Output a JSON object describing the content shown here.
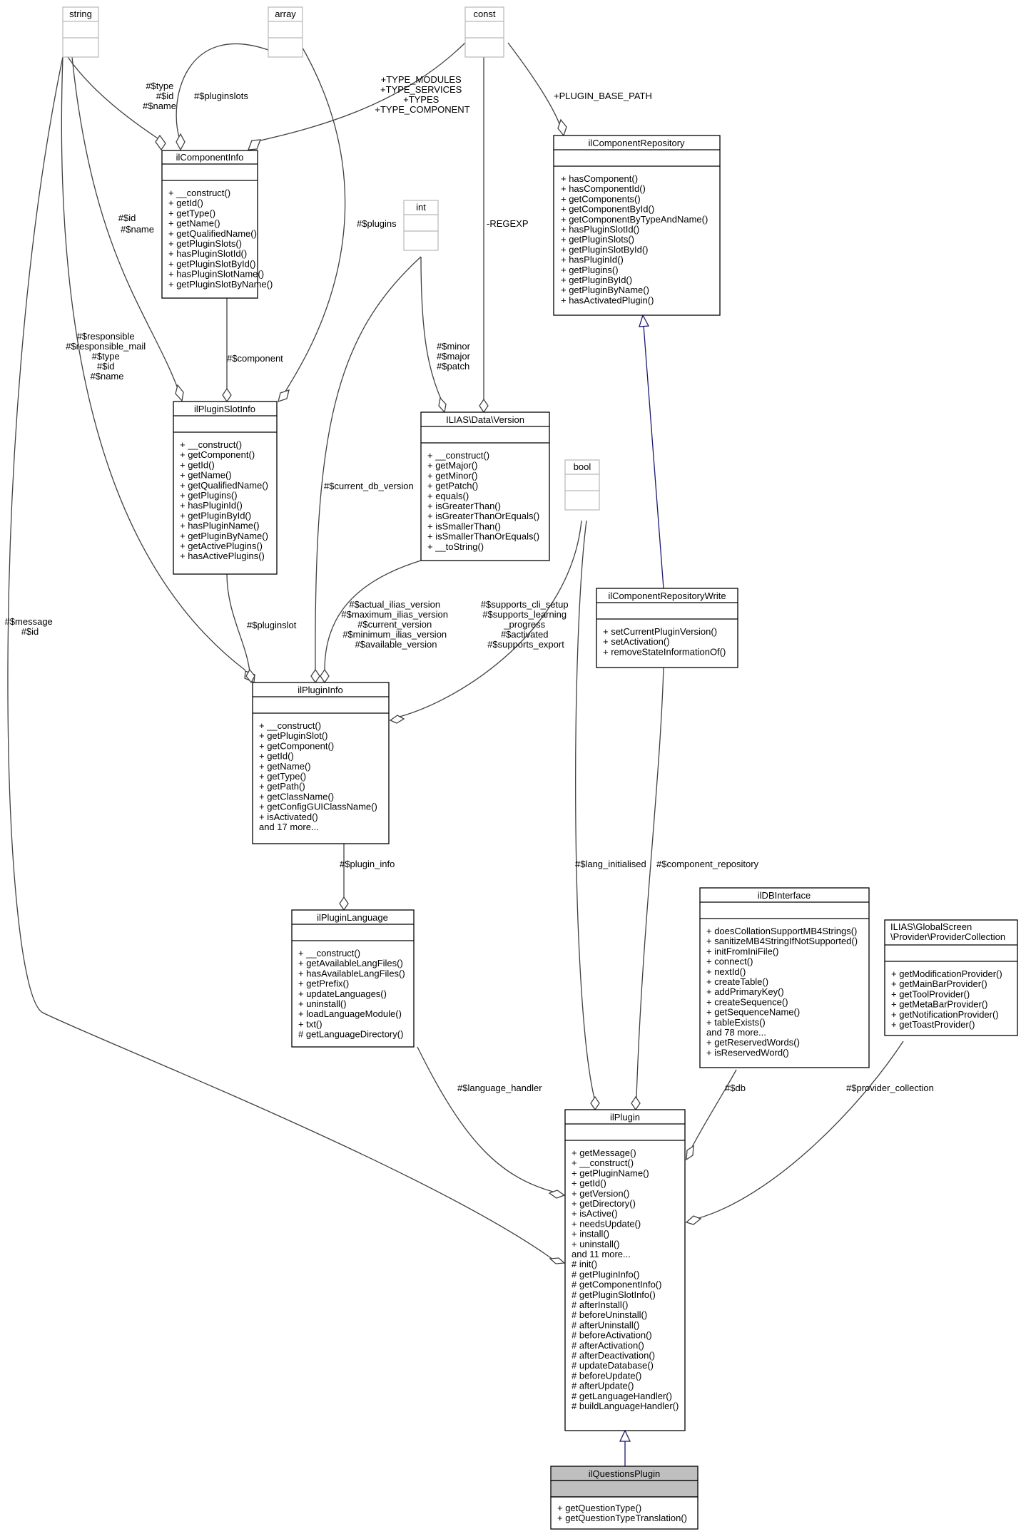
{
  "classes": {
    "string": {
      "name": "string",
      "members": []
    },
    "array": {
      "name": "array",
      "members": []
    },
    "const": {
      "name": "const",
      "members": []
    },
    "int": {
      "name": "int",
      "members": []
    },
    "bool": {
      "name": "bool",
      "members": []
    },
    "ilComponentInfo": {
      "name": "ilComponentInfo",
      "members": [
        "+ __construct()",
        "+ getId()",
        "+ getType()",
        "+ getName()",
        "+ getQualifiedName()",
        "+ getPluginSlots()",
        "+ hasPluginSlotId()",
        "+ getPluginSlotById()",
        "+ hasPluginSlotName()",
        "+ getPluginSlotByName()"
      ]
    },
    "ilComponentRepository": {
      "name": "ilComponentRepository",
      "members": [
        "+ hasComponent()",
        "+ hasComponentId()",
        "+ getComponents()",
        "+ getComponentById()",
        "+ getComponentByTypeAndName()",
        "+ hasPluginSlotId()",
        "+ getPluginSlots()",
        "+ getPluginSlotById()",
        "+ hasPluginId()",
        "+ getPlugins()",
        "+ getPluginById()",
        "+ getPluginByName()",
        "+ hasActivatedPlugin()"
      ]
    },
    "ilPluginSlotInfo": {
      "name": "ilPluginSlotInfo",
      "members": [
        "+ __construct()",
        "+ getComponent()",
        "+ getId()",
        "+ getName()",
        "+ getQualifiedName()",
        "+ getPlugins()",
        "+ hasPluginId()",
        "+ getPluginById()",
        "+ hasPluginName()",
        "+ getPluginByName()",
        "+ getActivePlugins()",
        "+ hasActivePlugins()"
      ]
    },
    "Version": {
      "name": "ILIAS\\Data\\Version",
      "members": [
        "+ __construct()",
        "+ getMajor()",
        "+ getMinor()",
        "+ getPatch()",
        "+ equals()",
        "+ isGreaterThan()",
        "+ isGreaterThanOrEquals()",
        "+ isSmallerThan()",
        "+ isSmallerThanOrEquals()",
        "+ __toString()"
      ]
    },
    "ilComponentRepositoryWrite": {
      "name": "ilComponentRepositoryWrite",
      "members": [
        "+ setCurrentPluginVersion()",
        "+ setActivation()",
        "+ removeStateInformationOf()"
      ]
    },
    "ilPluginInfo": {
      "name": "ilPluginInfo",
      "members": [
        "+ __construct()",
        "+ getPluginSlot()",
        "+ getComponent()",
        "+ getId()",
        "+ getName()",
        "+ getType()",
        "+ getPath()",
        "+ getClassName()",
        "+ getConfigGUIClassName()",
        "+ isActivated()",
        "and 17 more..."
      ]
    },
    "ilPluginLanguage": {
      "name": "ilPluginLanguage",
      "members": [
        "+ __construct()",
        "+ getAvailableLangFiles()",
        "+ hasAvailableLangFiles()",
        "+ getPrefix()",
        "+ updateLanguages()",
        "+ uninstall()",
        "+ loadLanguageModule()",
        "+ txt()",
        "# getLanguageDirectory()"
      ]
    },
    "ilDBInterface": {
      "name": "ilDBInterface",
      "members": [
        "+ doesCollationSupportMB4Strings()",
        "+ sanitizeMB4StringIfNotSupported()",
        "+ initFromIniFile()",
        "+ connect()",
        "+ nextId()",
        "+ createTable()",
        "+ addPrimaryKey()",
        "+ createSequence()",
        "+ getSequenceName()",
        "+ tableExists()",
        "and 78 more...",
        "+ getReservedWords()",
        "+ isReservedWord()"
      ]
    },
    "ProviderCollection": {
      "name": "ILIAS\\GlobalScreen",
      "name2": "\\Provider\\ProviderCollection",
      "members": [
        "+ getModificationProvider()",
        "+ getMainBarProvider()",
        "+ getToolProvider()",
        "+ getMetaBarProvider()",
        "+ getNotificationProvider()",
        "+ getToastProvider()"
      ]
    },
    "ilPlugin": {
      "name": "ilPlugin",
      "members": [
        "+ getMessage()",
        "+ __construct()",
        "+ getPluginName()",
        "+ getId()",
        "+ getVersion()",
        "+ getDirectory()",
        "+ isActive()",
        "+ needsUpdate()",
        "+ install()",
        "+ uninstall()",
        "and 11 more...",
        "# init()",
        "# getPluginInfo()",
        "# getComponentInfo()",
        "# getPluginSlotInfo()",
        "# afterInstall()",
        "# beforeUninstall()",
        "# afterUninstall()",
        "# beforeActivation()",
        "# afterActivation()",
        "# afterDeactivation()",
        "# updateDatabase()",
        "# beforeUpdate()",
        "# afterUpdate()",
        "# getLanguageHandler()",
        "# buildLanguageHandler()"
      ]
    },
    "ilQuestionsPlugin": {
      "name": "ilQuestionsPlugin",
      "members": [
        "+ getQuestionType()",
        "+ getQuestionTypeTranslation()"
      ]
    }
  },
  "edge_labels": {
    "string_componentinfo": [
      "#$type",
      "#$id",
      "#$name"
    ],
    "array_componentinfo": [
      "#$pluginslots"
    ],
    "const_componentinfo": [
      "+TYPE_MODULES",
      "+TYPE_SERVICES",
      "+TYPES",
      "+TYPE_COMPONENT"
    ],
    "const_repository": [
      "+PLUGIN_BASE_PATH"
    ],
    "string_slotinfo": [
      "#$id",
      "#$name"
    ],
    "array_slotinfo": [
      "#$plugins"
    ],
    "const_version": [
      "-REGEXP"
    ],
    "int_version": [
      "#$minor",
      "#$major",
      "#$patch"
    ],
    "componentinfo_slotinfo": [
      "#$component"
    ],
    "string_plugininfo": [
      "#$responsible",
      "#$responsible_mail",
      "#$type",
      "#$id",
      "#$name"
    ],
    "int_plugininfo": [
      "#$current_db_version"
    ],
    "version_plugininfo": [
      "#$actual_ilias_version",
      "#$maximum_ilias_version",
      "#$current_version",
      "#$minimum_ilias_version",
      "#$available_version"
    ],
    "bool_plugininfo": [
      "#$supports_cli_setup",
      "#$supports_learning",
      "_progress",
      "#$activated",
      "#$supports_export"
    ],
    "slotinfo_plugininfo": [
      "#$pluginslot"
    ],
    "string_plugin": [
      "#$message",
      "#$id"
    ],
    "plugininfo_language": [
      "#$plugin_info"
    ],
    "bool_plugin": [
      "#$lang_initialised"
    ],
    "repowrite_plugin": [
      "#$component_repository"
    ],
    "language_plugin": [
      "#$language_handler"
    ],
    "db_plugin": [
      "#$db"
    ],
    "provider_plugin": [
      "#$provider_collection"
    ]
  }
}
